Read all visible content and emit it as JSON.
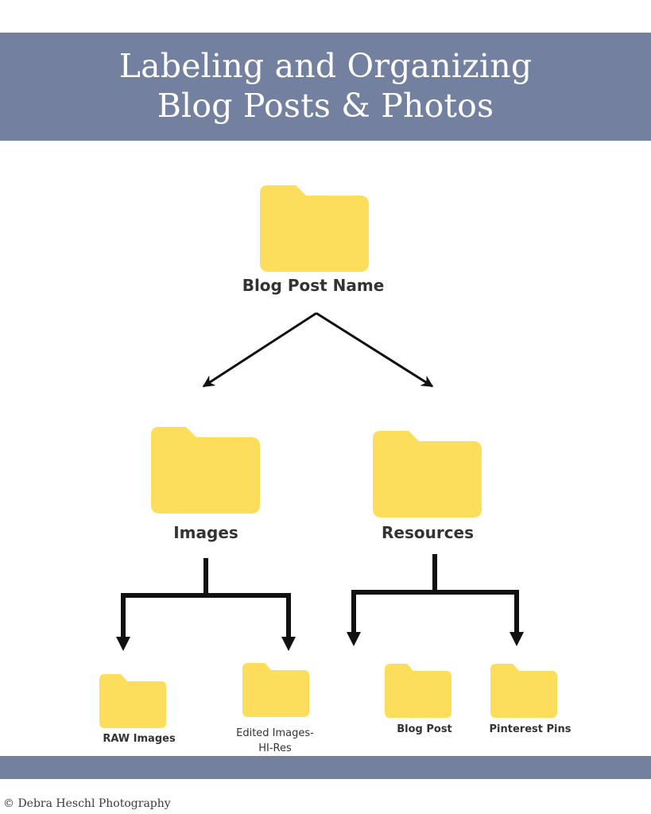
{
  "colors": {
    "band": "#7380a0",
    "folder": "#fddd5c",
    "arrow": "#111111",
    "title_text": "#ffffff",
    "label_text": "#333333"
  },
  "header": {
    "title_line1": "Labeling and Organizing",
    "title_line2": "Blog Posts & Photos"
  },
  "nodes": {
    "root": {
      "label": "Blog Post Name",
      "icon": "folder-icon"
    },
    "images": {
      "label": "Images",
      "icon": "folder-icon"
    },
    "resources": {
      "label": "Resources",
      "icon": "folder-icon"
    },
    "raw_images": {
      "label": "RAW Images",
      "icon": "folder-icon"
    },
    "edited_images": {
      "label_line1": "Edited Images-",
      "label_line2": "HI-Res",
      "icon": "folder-icon"
    },
    "blog_post": {
      "label": "Blog Post",
      "icon": "folder-icon"
    },
    "pinterest_pins": {
      "label": "Pinterest Pins",
      "icon": "folder-icon"
    }
  },
  "footer": {
    "credit": "© Debra Heschl Photography"
  }
}
